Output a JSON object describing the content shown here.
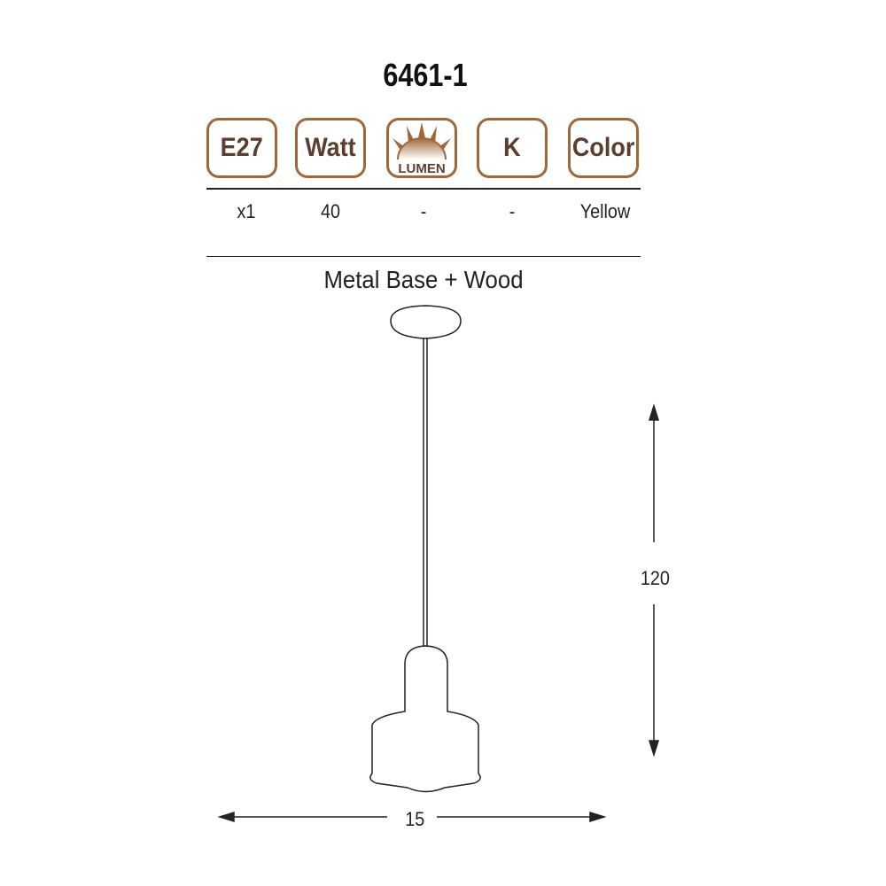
{
  "title": "6461-1",
  "specs": [
    {
      "icon": "E27",
      "value": "x1"
    },
    {
      "icon": "Watt",
      "value": "40"
    },
    {
      "icon": "LUMEN",
      "value": "-"
    },
    {
      "icon": "K",
      "value": "-"
    },
    {
      "icon": "Color",
      "value": "Yellow"
    }
  ],
  "material": "Metal Base + Wood",
  "dimensions": {
    "height": "120",
    "width": "15"
  },
  "colors": {
    "accent": "#a0683a",
    "icon_text": "#5a3e2e"
  }
}
